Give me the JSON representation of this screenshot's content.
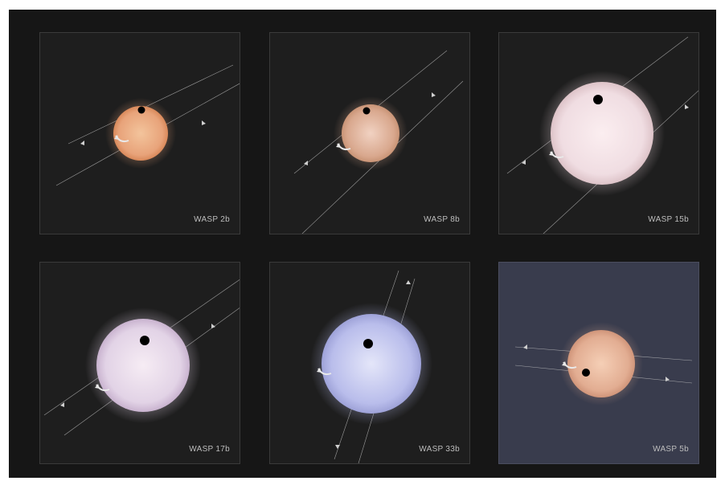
{
  "panels": [
    {
      "label": "WASP 2b",
      "background": "#1e1e1e",
      "star_color_inner": "#f3c49c",
      "star_color_outer": "#d9895a",
      "star_halo": "#e8a37a"
    },
    {
      "label": "WASP 8b",
      "background": "#1e1e1e",
      "star_color_inner": "#f1d2c2",
      "star_color_outer": "#c99476",
      "star_halo": "#d9a88e"
    },
    {
      "label": "WASP 15b",
      "background": "#1e1e1e",
      "star_color_inner": "#fbeef0",
      "star_color_outer": "#ddc3c8",
      "star_halo": "#f0dde2"
    },
    {
      "label": "WASP 17b",
      "background": "#1e1e1e",
      "star_color_inner": "#f6ecf4",
      "star_color_outer": "#c9b3cf",
      "star_halo": "#e2d3e6"
    },
    {
      "label": "WASP 33b",
      "background": "#1e1e1e",
      "star_color_inner": "#e4e6f9",
      "star_color_outer": "#9ea2d8",
      "star_halo": "#b9bdeb"
    },
    {
      "label": "WASP 5b",
      "background": "#393c4d",
      "star_color_inner": "#f5cfb6",
      "star_color_outer": "#d0957a",
      "star_halo": "#e2ad92"
    }
  ],
  "icons": {
    "orbit-direction": "arrow",
    "spin-direction": "curved-arrow",
    "planet": "black-dot"
  }
}
